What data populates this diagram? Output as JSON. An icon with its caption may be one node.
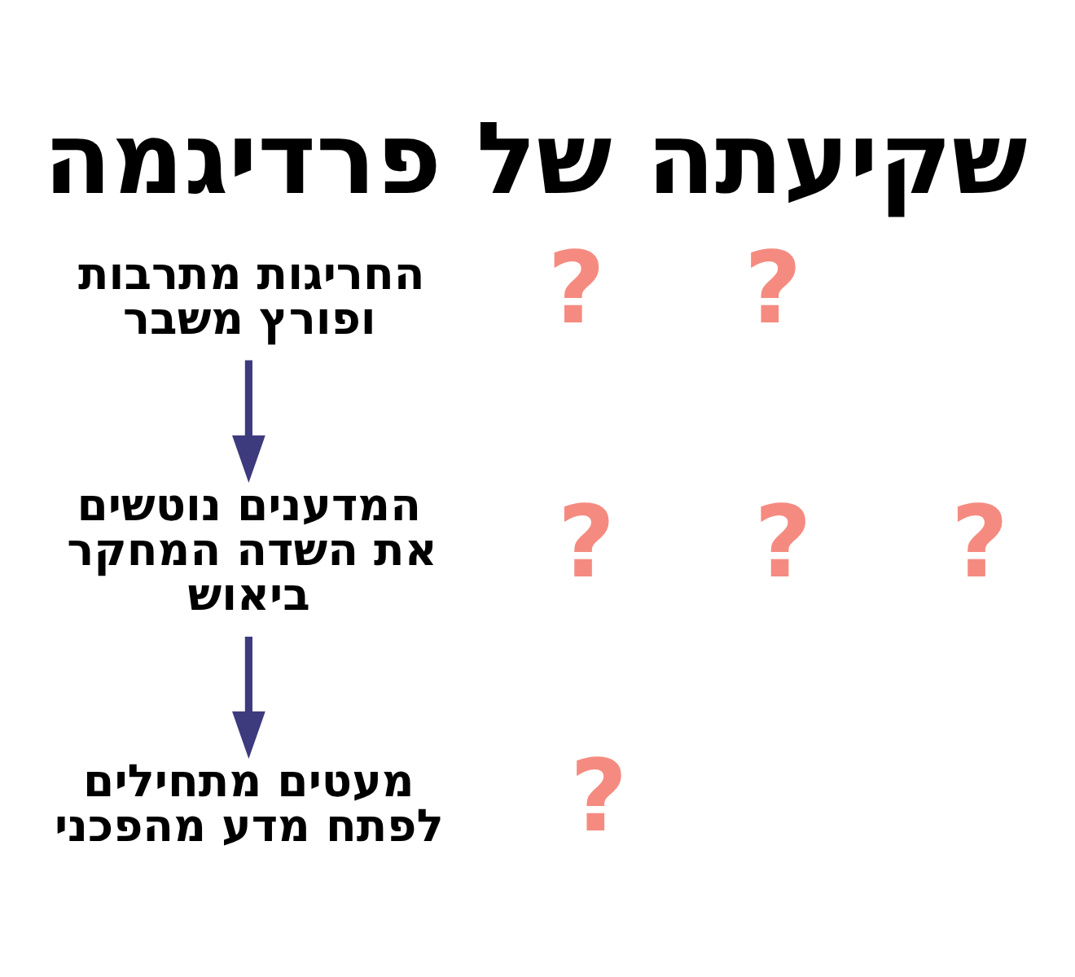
{
  "diagram": {
    "title": "שקיעתה של פרדיגמה",
    "nodes": [
      {
        "text": [
          "החריגות מתרבות ופורץ משבר"
        ]
      },
      {
        "text": [
          "המדענים נוטשים את השדה המחקר ביאוש"
        ]
      },
      {
        "text": [
          "מעטים מתחילים לפתח מדע מהפכני"
        ]
      }
    ],
    "edges": [
      {
        "from": 0,
        "to": 1,
        "arrow": "to"
      },
      {
        "from": 1,
        "to": 2,
        "arrow": "to"
      }
    ],
    "labels": [
      "?",
      "?",
      "?",
      "?",
      "?",
      "?"
    ]
  }
}
